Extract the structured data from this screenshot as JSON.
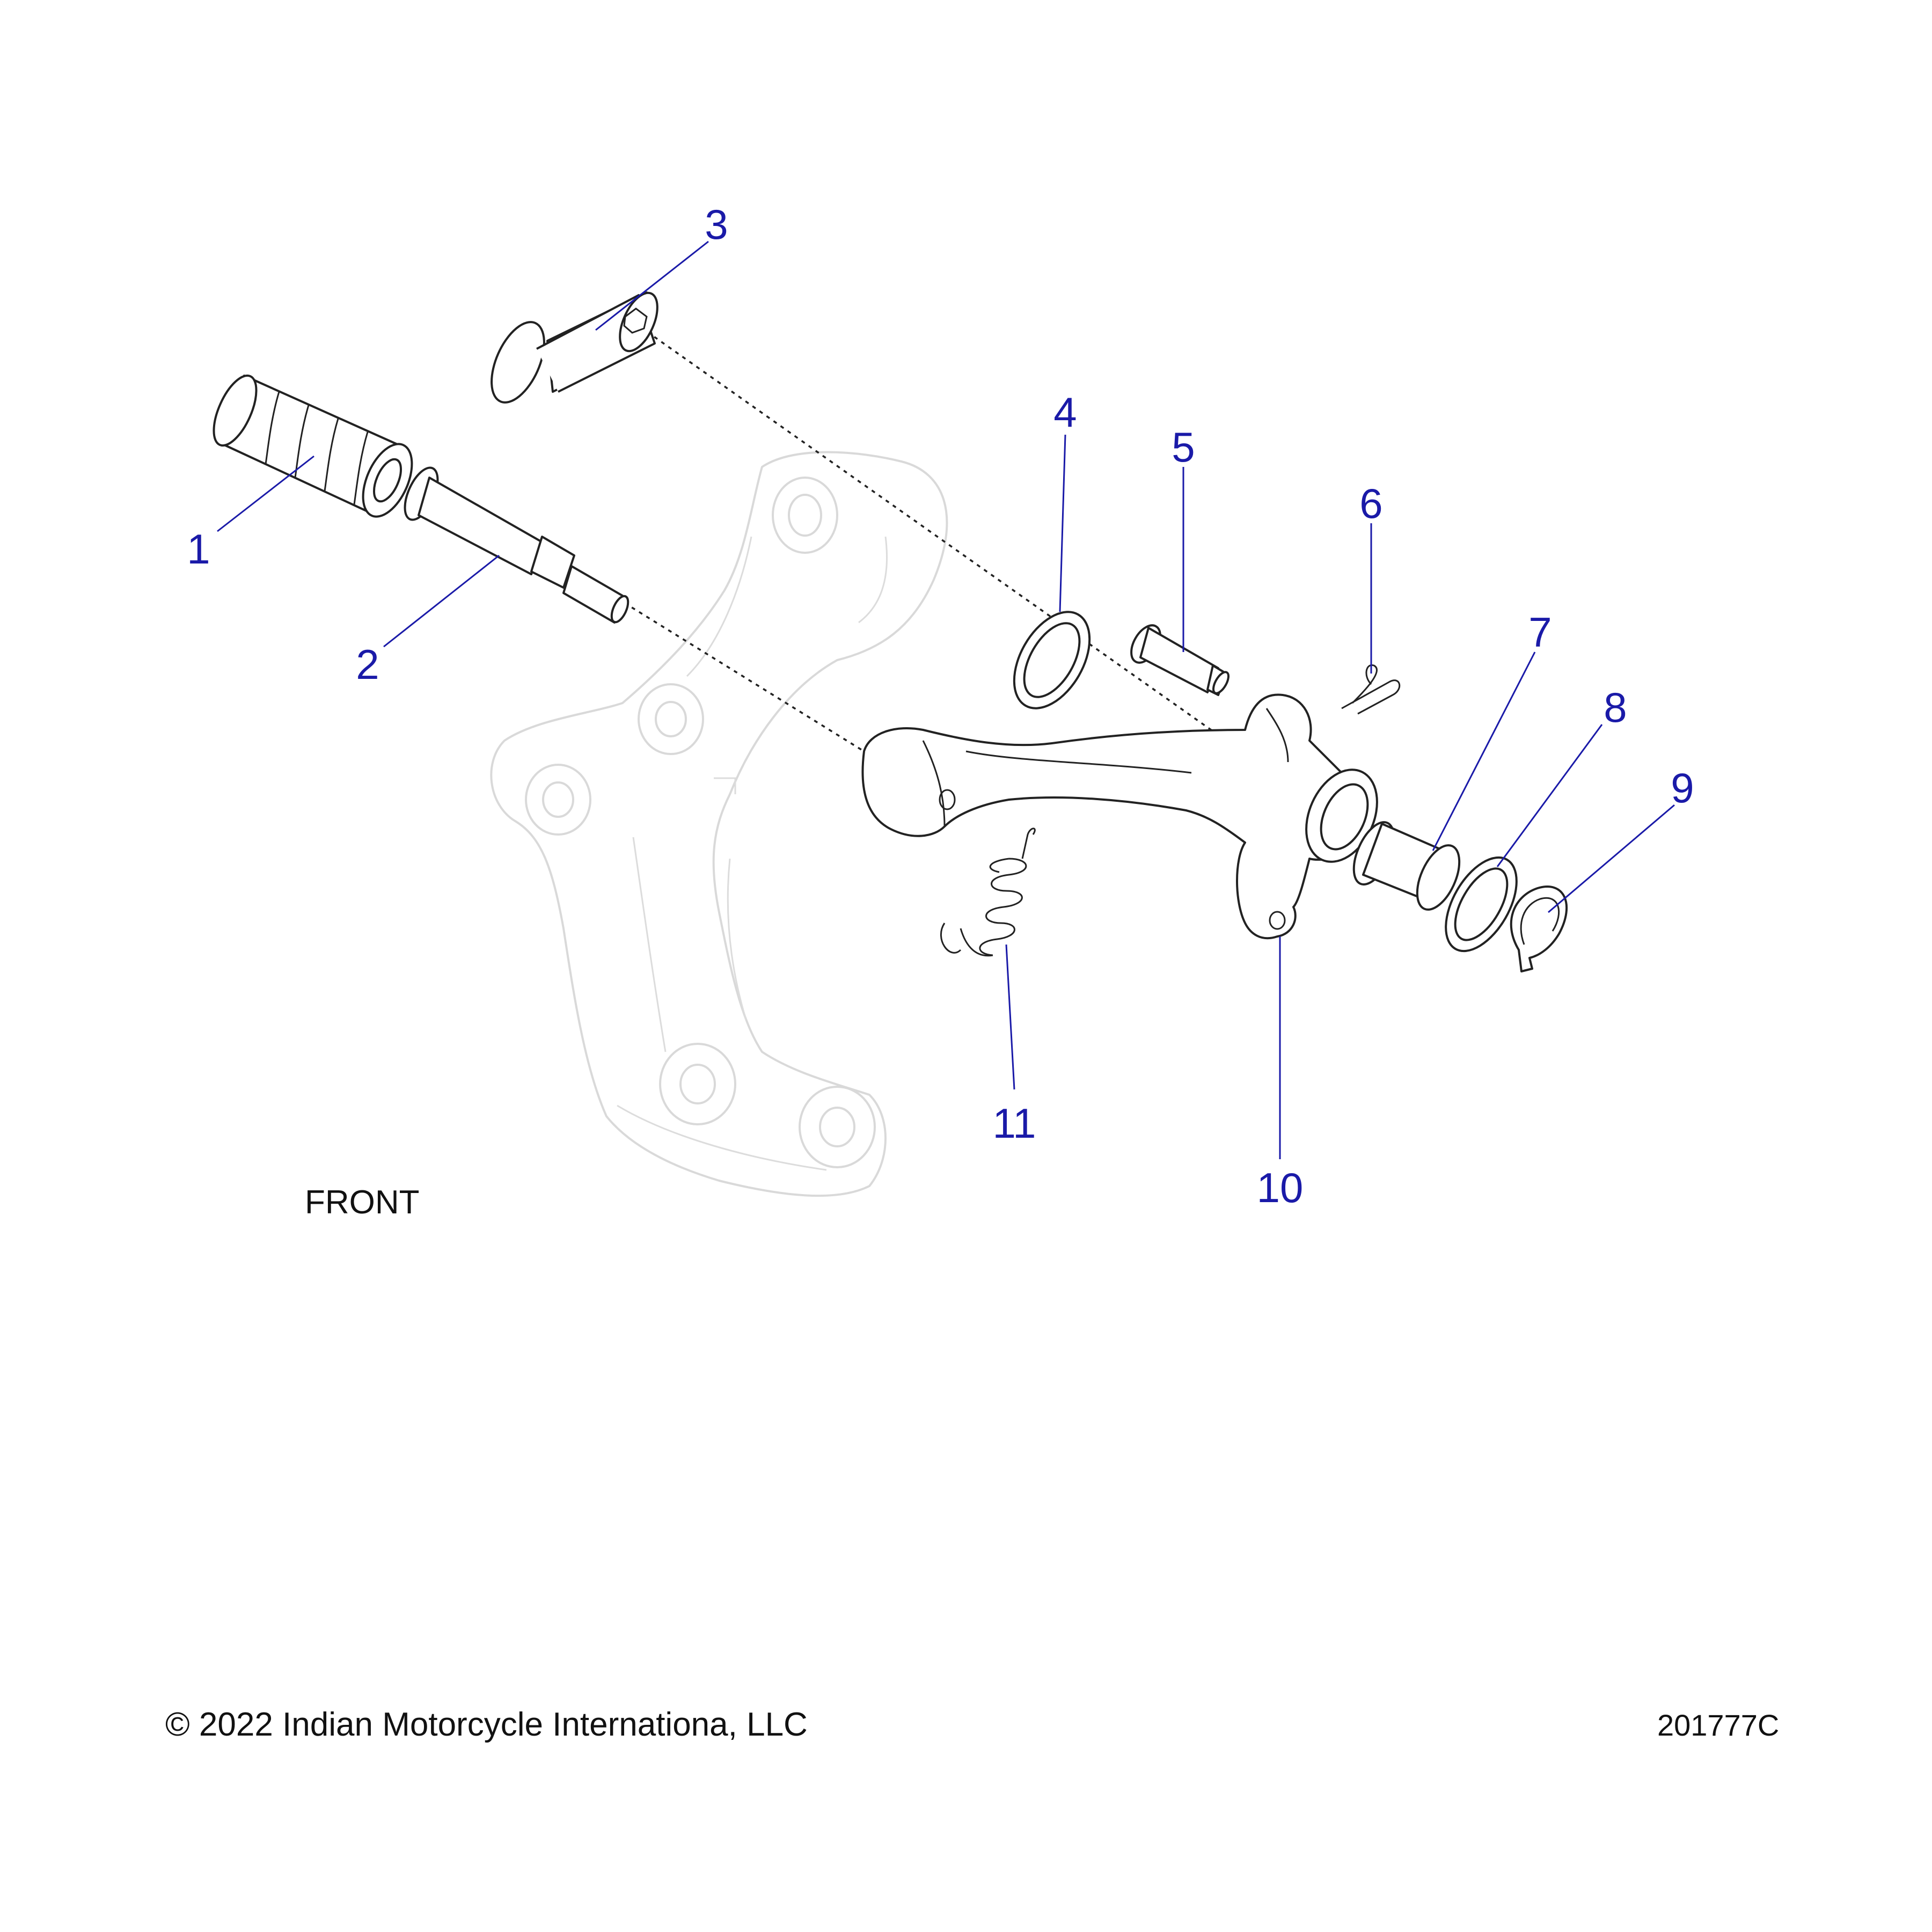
{
  "labels": {
    "front": "FRONT",
    "copyright": "© 2022 Indian Motorcycle Internationa, LLC",
    "part_number": "201777C"
  },
  "callouts": [
    "1",
    "2",
    "3",
    "4",
    "5",
    "6",
    "7",
    "8",
    "9",
    "10",
    "11"
  ],
  "colors": {
    "callout": "#1a1aa8",
    "line": "#222222",
    "ghost": "#d9d9d9",
    "background": "#ffffff"
  }
}
